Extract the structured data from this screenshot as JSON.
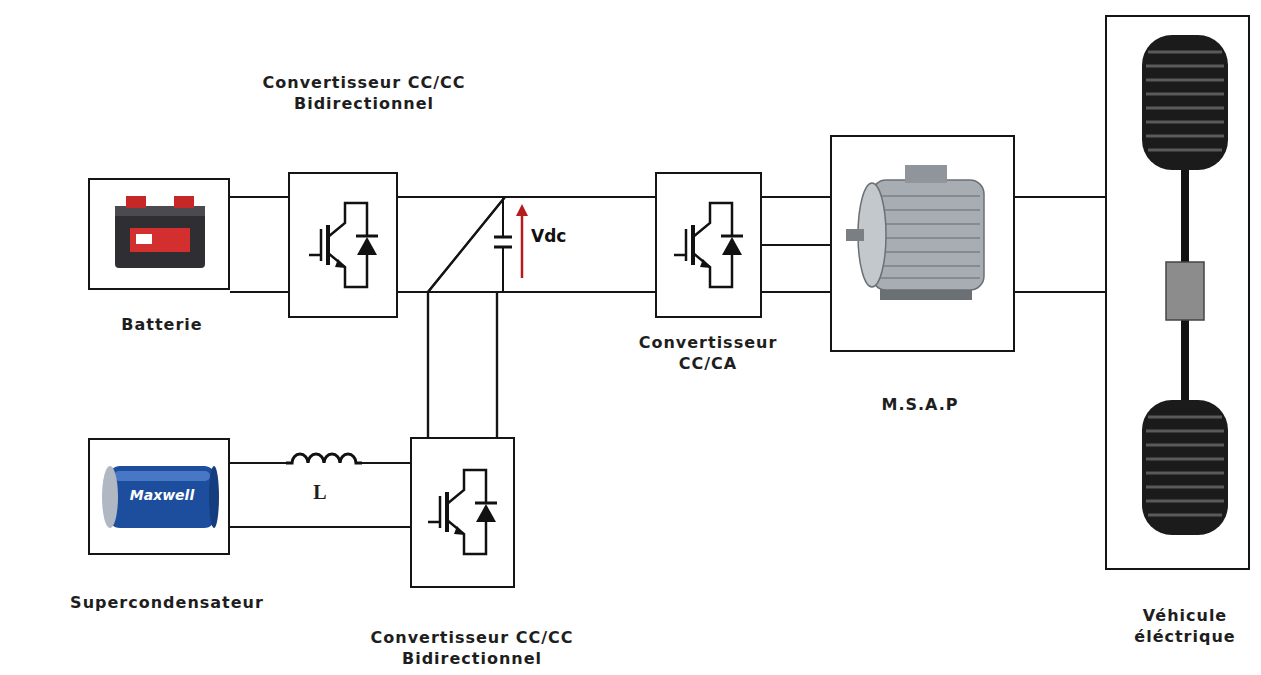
{
  "diagram": {
    "nodes": [
      {
        "text": [
          "Batterie"
        ]
      },
      {
        "text": [
          "Convertisseur CC/CC Bidirectionnel"
        ]
      },
      {
        "text": [
          "Convertisseur CC/CA"
        ]
      },
      {
        "text": [
          "M.S.A.P"
        ]
      },
      {
        "text": [
          "Véhicule éléctrique"
        ]
      },
      {
        "text": [
          "Supercondensateur"
        ]
      },
      {
        "text": [
          "Convertisseur CC/CC Bidirectionnel"
        ]
      }
    ],
    "edges": [
      {
        "from": 0,
        "to": 1,
        "arrow": "none"
      },
      {
        "from": 1,
        "to": 2,
        "arrow": "none"
      },
      {
        "from": 2,
        "to": 3,
        "arrow": "none"
      },
      {
        "from": 3,
        "to": 4,
        "arrow": "none"
      },
      {
        "from": 5,
        "to": 6,
        "label": "L",
        "arrow": "none"
      },
      {
        "from": 6,
        "to": 1,
        "arrow": "none"
      },
      {
        "from": 6,
        "to": 2,
        "arrow": "none"
      }
    ],
    "labels": [
      "Vdc",
      "Maxwell"
    ]
  }
}
